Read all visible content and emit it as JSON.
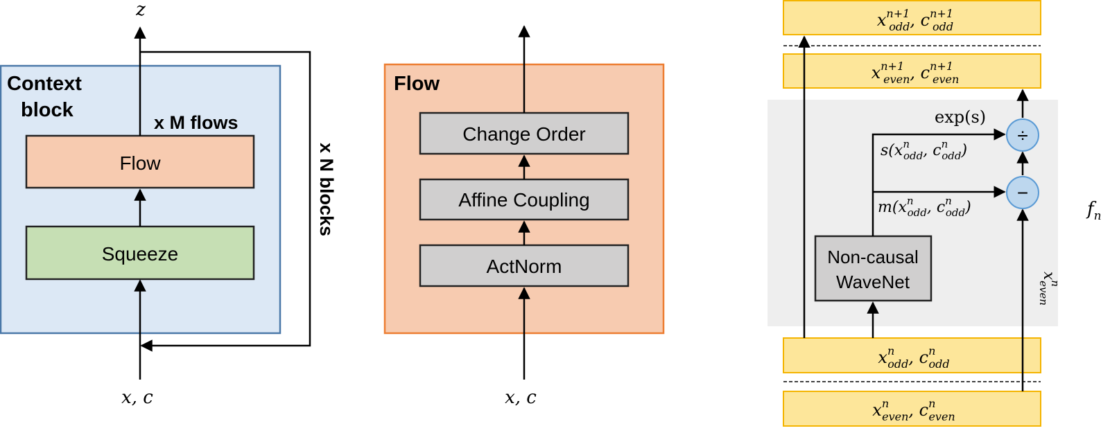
{
  "left_panel": {
    "output_label": "z",
    "input_label": "x, c",
    "context_block_title_line1": "Context",
    "context_block_title_line2": "block",
    "m_flows_label": "x M flows",
    "flow_box_label": "Flow",
    "squeeze_box_label": "Squeeze",
    "n_blocks_label": "x N blocks"
  },
  "middle_panel": {
    "title": "Flow",
    "change_order_label": "Change Order",
    "affine_coupling_label": "Affine Coupling",
    "actnorm_label": "ActNorm",
    "input_label": "x, c"
  },
  "right_panel": {
    "top_odd": {
      "x": "x",
      "x_sup": "n+1",
      "x_sub": "odd",
      "c": "c",
      "c_sup": "n+1",
      "c_sub": "odd"
    },
    "top_even": {
      "x": "x",
      "x_sup": "n+1",
      "x_sub": "even",
      "c": "c",
      "c_sup": "n+1",
      "c_sub": "even"
    },
    "bottom_odd": {
      "x": "x",
      "x_sup": "n",
      "x_sub": "odd",
      "c": "c",
      "c_sup": "n",
      "c_sub": "odd"
    },
    "bottom_even": {
      "x": "x",
      "x_sup": "n",
      "x_sub": "even",
      "c": "c",
      "c_sup": "n",
      "c_sub": "even"
    },
    "exp_label": "exp(s)",
    "divide_symbol": "÷",
    "minus_symbol": "−",
    "s_fn": "s",
    "m_fn": "m",
    "wavenet_line1": "Non-causal",
    "wavenet_line2": "WaveNet",
    "side_x": "x",
    "side_x_sup": "n",
    "side_x_sub": "even",
    "fn_label": "f",
    "fn_sub": "n"
  },
  "colors": {
    "context_fill": "#dce8f5",
    "context_stroke": "#4a78a8",
    "flow_fill": "#f7cbb0",
    "flow_outer_stroke": "#ed7d31",
    "squeeze_fill": "#c6dfb4",
    "gray_box": "#d0cfcf",
    "yellow_fill": "#fde69a",
    "yellow_stroke": "#f4b400",
    "op_fill": "#bdd7ee",
    "op_stroke": "#5b9bd5",
    "panel_gray": "#eeeeee"
  }
}
